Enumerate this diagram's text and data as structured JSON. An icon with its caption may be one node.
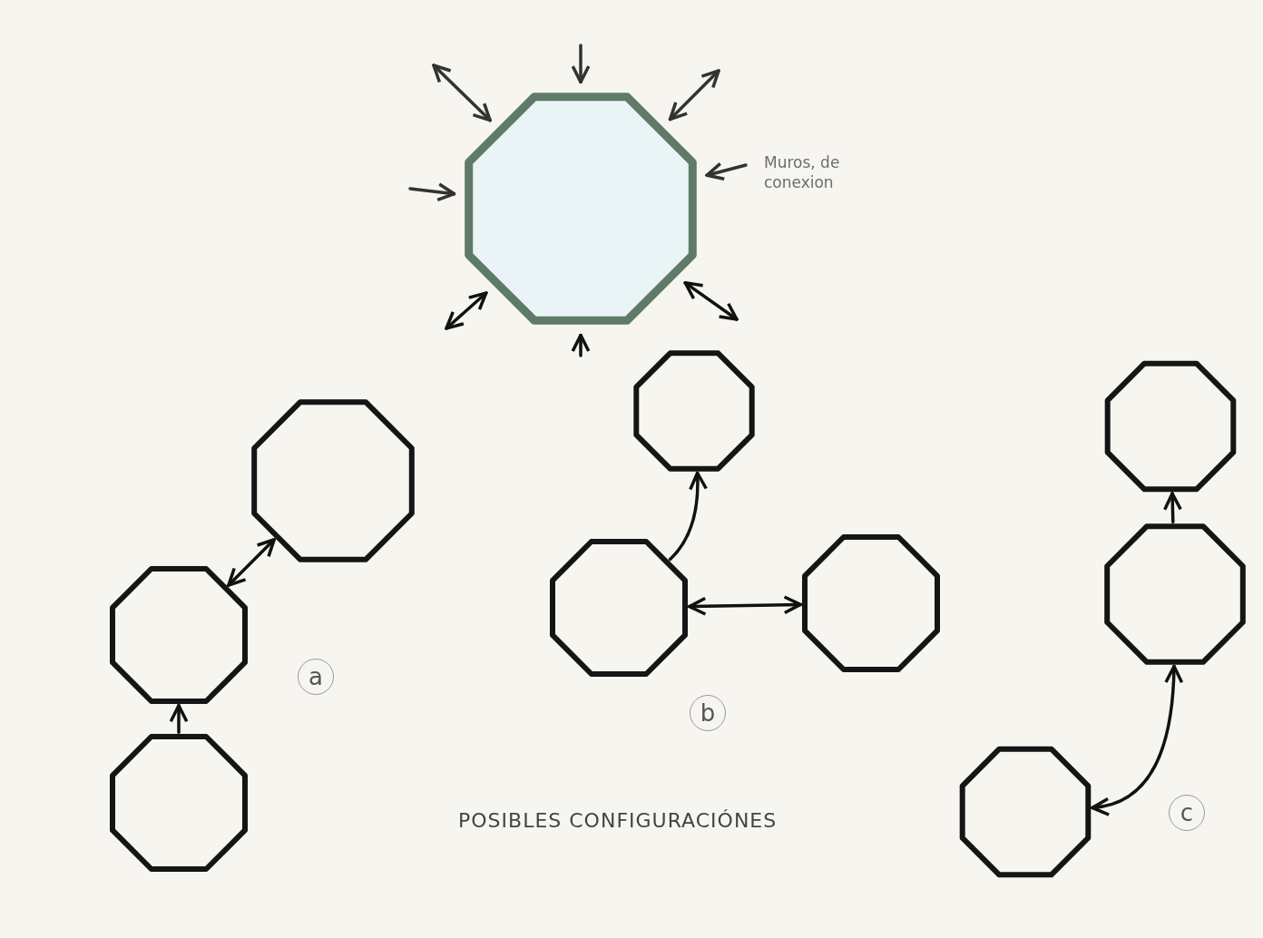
{
  "diagram": {
    "caption": "POSIBLES CONFIGURACIÓNES",
    "nodes": [
      {
        "text": [],
        "shape": "octagon"
      },
      {
        "text": [],
        "shape": "octagon"
      },
      {
        "text": [],
        "shape": "octagon"
      },
      {
        "text": [],
        "shape": "octagon"
      },
      {
        "text": [],
        "shape": "octagon"
      },
      {
        "text": [],
        "shape": "octagon"
      },
      {
        "text": [],
        "shape": "octagon"
      },
      {
        "text": [],
        "shape": "octagon"
      },
      {
        "text": [],
        "shape": "octagon"
      },
      {
        "text": [],
        "shape": "octagon"
      }
    ],
    "edges": [
      {
        "from": null,
        "to": 0,
        "arrow": "to"
      },
      {
        "from": null,
        "to": 0,
        "arrow": "both"
      },
      {
        "from": null,
        "to": 0,
        "arrow": "both"
      },
      {
        "from": null,
        "to": 0,
        "arrow": "to"
      },
      {
        "from": null,
        "to": 0,
        "arrow": "to"
      },
      {
        "from": null,
        "to": 0,
        "arrow": "both"
      },
      {
        "from": null,
        "to": 0,
        "arrow": "both"
      },
      {
        "from": null,
        "to": 0,
        "arrow": "to"
      },
      {
        "from": 2,
        "to": 1,
        "arrow": "both"
      },
      {
        "from": 3,
        "to": 2,
        "arrow": "to"
      },
      {
        "from": 5,
        "to": 4,
        "arrow": "to"
      },
      {
        "from": 5,
        "to": 6,
        "arrow": "both"
      },
      {
        "from": 8,
        "to": 7,
        "arrow": "to"
      },
      {
        "from": 9,
        "to": 8,
        "arrow": "both"
      }
    ],
    "labels": [
      "Muros, de conexion",
      "a",
      "b",
      "c"
    ]
  }
}
